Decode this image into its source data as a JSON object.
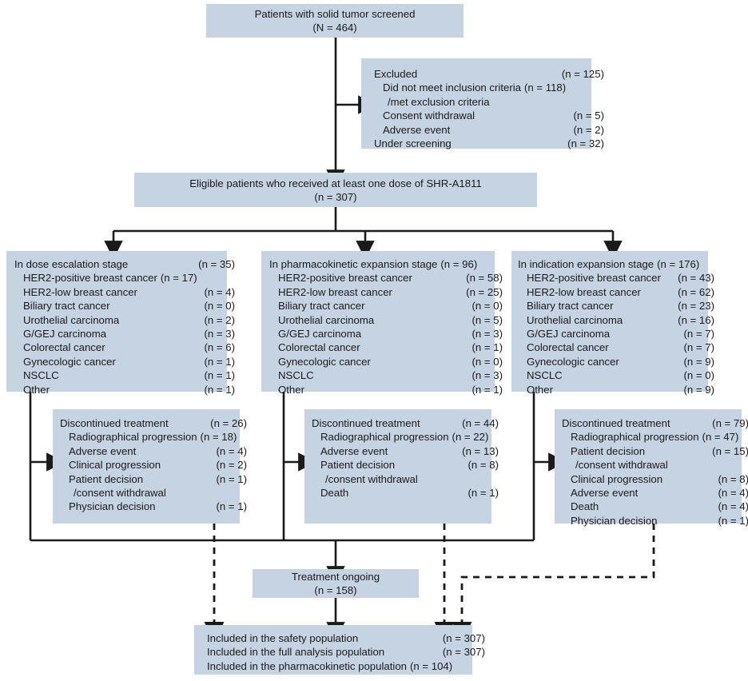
{
  "meta": {
    "title": "CONSORT-style patient disposition flow diagram",
    "box_fill": "#c6d3e2",
    "line_color": "#1a1a1a"
  },
  "screened": {
    "label": "Patients with solid tumor screened",
    "count": "(N = 464)"
  },
  "excluded": {
    "rows": [
      {
        "label": "Excluded",
        "count": "(n = 125)",
        "indent": 0
      },
      {
        "label": "Did not meet inclusion criteria",
        "count": "(n = 118)",
        "indent": 1,
        "tight": true
      },
      {
        "label": "/met exclusion criteria",
        "count": "",
        "indent": 2
      },
      {
        "label": "Consent withdrawal",
        "count": "(n = 5)",
        "indent": 1
      },
      {
        "label": "Adverse event",
        "count": "(n = 2)",
        "indent": 1
      },
      {
        "label": "Under screening",
        "count": "(n = 32)",
        "indent": 0
      }
    ]
  },
  "eligible": {
    "label": "Eligible patients who received at least one dose of SHR-A1811",
    "count": "(n = 307)"
  },
  "stages": [
    {
      "name": "dose-escalation",
      "rows": [
        {
          "label": "In dose escalation stage",
          "count": "(n = 35)",
          "indent": 0
        },
        {
          "label": "HER2-positive breast cancer",
          "count": "(n = 17)",
          "indent": 1,
          "tight": true
        },
        {
          "label": "HER2-low breast cancer",
          "count": "(n = 4)",
          "indent": 1
        },
        {
          "label": "Biliary tract cancer",
          "count": "(n = 0)",
          "indent": 1
        },
        {
          "label": "Urothelial carcinoma",
          "count": "(n = 2)",
          "indent": 1
        },
        {
          "label": "G/GEJ carcinoma",
          "count": "(n = 3)",
          "indent": 1
        },
        {
          "label": "Colorectal cancer",
          "count": "(n = 6)",
          "indent": 1
        },
        {
          "label": "Gynecologic cancer",
          "count": "(n = 1)",
          "indent": 1
        },
        {
          "label": "NSCLC",
          "count": "(n = 1)",
          "indent": 1
        },
        {
          "label": "Other",
          "count": "(n = 1)",
          "indent": 1
        }
      ]
    },
    {
      "name": "pharmacokinetic-expansion",
      "rows": [
        {
          "label": "In pharmacokinetic expansion stage",
          "count": "(n = 96)",
          "indent": 0,
          "tight": true
        },
        {
          "label": "HER2-positive breast cancer",
          "count": "(n = 58)",
          "indent": 1
        },
        {
          "label": "HER2-low breast cancer",
          "count": "(n = 25)",
          "indent": 1
        },
        {
          "label": "Biliary tract cancer",
          "count": "(n = 0)",
          "indent": 1
        },
        {
          "label": "Urothelial carcinoma",
          "count": "(n = 5)",
          "indent": 1
        },
        {
          "label": "G/GEJ carcinoma",
          "count": "(n = 3)",
          "indent": 1
        },
        {
          "label": "Colorectal cancer",
          "count": "(n = 1)",
          "indent": 1
        },
        {
          "label": "Gynecologic cancer",
          "count": "(n = 0)",
          "indent": 1
        },
        {
          "label": "NSCLC",
          "count": "(n = 3)",
          "indent": 1
        },
        {
          "label": "Other",
          "count": "(n = 1)",
          "indent": 1
        }
      ]
    },
    {
      "name": "indication-expansion",
      "rows": [
        {
          "label": "In indication expansion stage",
          "count": "(n = 176)",
          "indent": 0,
          "tight": true
        },
        {
          "label": "HER2-positive breast cancer",
          "count": "(n = 43)",
          "indent": 1
        },
        {
          "label": "HER2-low breast cancer",
          "count": "(n = 62)",
          "indent": 1
        },
        {
          "label": "Biliary tract cancer",
          "count": "(n = 23)",
          "indent": 1
        },
        {
          "label": "Urothelial carcinoma",
          "count": "(n = 16)",
          "indent": 1
        },
        {
          "label": "G/GEJ carcinoma",
          "count": "(n = 7)",
          "indent": 1
        },
        {
          "label": "Colorectal cancer",
          "count": "(n = 7)",
          "indent": 1
        },
        {
          "label": "Gynecologic cancer",
          "count": "(n = 9)",
          "indent": 1
        },
        {
          "label": "NSCLC",
          "count": "(n = 0)",
          "indent": 1
        },
        {
          "label": "Other",
          "count": "(n = 9)",
          "indent": 1
        }
      ]
    }
  ],
  "discontinued": [
    {
      "name": "discontinued-dose-escalation",
      "rows": [
        {
          "label": "Discontinued treatment",
          "count": "(n = 26)",
          "indent": 0
        },
        {
          "label": "Radiographical progression",
          "count": "(n = 18)",
          "indent": 1,
          "tight": true
        },
        {
          "label": "Adverse event",
          "count": "(n = 4)",
          "indent": 1
        },
        {
          "label": "Clinical progression",
          "count": "(n = 2)",
          "indent": 1
        },
        {
          "label": "Patient decision",
          "count": "(n = 1)",
          "indent": 1
        },
        {
          "label": "/consent withdrawal",
          "count": "",
          "indent": 2
        },
        {
          "label": "Physician decision",
          "count": "(n = 1)",
          "indent": 1
        }
      ]
    },
    {
      "name": "discontinued-pharmacokinetic-expansion",
      "rows": [
        {
          "label": "Discontinued treatment",
          "count": "(n = 44)",
          "indent": 0
        },
        {
          "label": "Radiographical progression",
          "count": "(n = 22)",
          "indent": 1,
          "tight": true
        },
        {
          "label": "Adverse event",
          "count": "(n = 13)",
          "indent": 1
        },
        {
          "label": "Patient decision",
          "count": "(n = 8)",
          "indent": 1
        },
        {
          "label": "/consent withdrawal",
          "count": "",
          "indent": 2
        },
        {
          "label": "Death",
          "count": "(n = 1)",
          "indent": 1
        }
      ]
    },
    {
      "name": "discontinued-indication-expansion",
      "rows": [
        {
          "label": "Discontinued treatment",
          "count": "(n = 79)",
          "indent": 0
        },
        {
          "label": "Radiographical progression",
          "count": "(n = 47)",
          "indent": 1,
          "tight": true
        },
        {
          "label": "Patient decision",
          "count": "(n = 15)",
          "indent": 1
        },
        {
          "label": "/consent withdrawal",
          "count": "",
          "indent": 2
        },
        {
          "label": "Clinical progression",
          "count": "(n = 8)",
          "indent": 1
        },
        {
          "label": "Adverse event",
          "count": "(n = 4)",
          "indent": 1
        },
        {
          "label": "Death",
          "count": "(n = 4)",
          "indent": 1
        },
        {
          "label": "Physician decision",
          "count": "(n = 1)",
          "indent": 1
        }
      ]
    }
  ],
  "ongoing": {
    "label": "Treatment ongoing",
    "count": "(n = 158)"
  },
  "populations": {
    "rows": [
      {
        "label": "Included in the safety population",
        "count": "(n = 307)",
        "indent": 0
      },
      {
        "label": "Included in the full analysis population",
        "count": "(n = 307)",
        "indent": 0
      },
      {
        "label": "Included in the pharmacokinetic population",
        "count": "(n = 104)",
        "indent": 0,
        "tight": true
      }
    ]
  }
}
